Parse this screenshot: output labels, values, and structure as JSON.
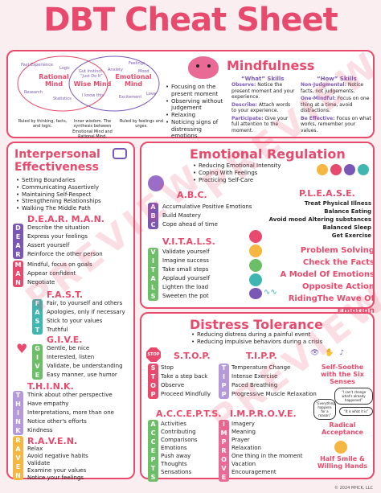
{
  "title": "DBT Cheat Sheet",
  "watermark": "PREVIEW",
  "footer": "© 2024 MHCK, LLC",
  "colors": {
    "accent": "#e74a6c",
    "purple": "#7a57b5",
    "yellow": "#f5b642",
    "teal": "#3fb7b0",
    "lilac": "#b49adb",
    "green": "#6cbf67"
  },
  "minds": {
    "rational": "Rational Mind",
    "wise": "Wise Mind",
    "emotional": "Emotional Mind",
    "rational_words": [
      "Past Experience",
      "Logic",
      "Research",
      "Statistics"
    ],
    "wise_words": [
      "Gut Instinct",
      "“Just Do It”",
      "I know this"
    ],
    "emotional_words": [
      "Feelings",
      "Anxiety",
      "Mood",
      "Excitement",
      "Love"
    ],
    "rational_caption": "Ruled by thinking, facts, and logic.",
    "wise_caption": "Inner wisdom. The synthesis between Emotional Mind and Rational Mind.",
    "emotional_caption": "Ruled by feelings and urges."
  },
  "mindfulness": {
    "title": "Mindfulness",
    "bullets": [
      "Focusing on the present moment",
      "Observing without judgement",
      "Relaxing",
      "Noticing signs of distressing emotions"
    ],
    "what_title": "“What” Skills",
    "what": [
      {
        "term": "Observe:",
        "text": "Notice the present moment and your experience."
      },
      {
        "term": "Describe:",
        "text": "Attach words to your experience."
      },
      {
        "term": "Participate:",
        "text": "Give your full attention to the moment."
      }
    ],
    "how_title": "“How” Skills",
    "how": [
      {
        "term": "Non-Judgmental:",
        "text": "Notice facts, not judgements."
      },
      {
        "term": "One-Mindful:",
        "text": "Focus on one thing at a time, avoid distractions."
      },
      {
        "term": "Be Effective:",
        "text": "Focus on what works, remember your values."
      }
    ]
  },
  "interpersonal": {
    "title": "Interpersonal Effectiveness",
    "bullets": [
      "Setting Boundaries",
      "Communicating Assertively",
      "Maintaining Self-Respect",
      "Strengthening Relationships",
      "Walking The Middle Path"
    ],
    "dearman_title": "D.E.A.R. M.A.N.",
    "dearman_letters": [
      "D",
      "E",
      "A",
      "R",
      "M",
      "A",
      "N"
    ],
    "dearman": [
      "Describe the situation",
      "Express your feelings",
      "Assert yourself",
      "Reinforce the other person",
      "Mindful, focus on goals",
      "Appear confident",
      "Negotiate"
    ],
    "fast_title": "F.A.S.T.",
    "fast_letters": [
      "F",
      "A",
      "S",
      "T"
    ],
    "fast": [
      "Fair, to yourself and others",
      "Apologies, only if necessary",
      "Stick to your values",
      "Truthful"
    ],
    "give_title": "G.I.V.E.",
    "give_letters": [
      "G",
      "I",
      "V",
      "E"
    ],
    "give": [
      "Gentle, be nice",
      "Interested, listen",
      "Validate, be understanding",
      "Easy manner, use humor"
    ],
    "think_title": "T.H.I.N.K.",
    "think_letters": [
      "T",
      "H",
      "I",
      "N",
      "K"
    ],
    "think": [
      "Think about other perspective",
      "Have empathy",
      "Interpretations, more than one",
      "Notice other's efforts",
      "Kindness"
    ],
    "raven_title": "R.A.V.E.N.",
    "raven_letters": [
      "R",
      "A",
      "V",
      "E",
      "N"
    ],
    "raven": [
      "Relax",
      "Avoid negative habits",
      "Validate",
      "Examine your values",
      "Notice your feelings"
    ]
  },
  "emotion": {
    "title": "Emotional Regulation",
    "bullets": [
      "Reducing Emotional Intensity",
      "Coping With Feelings",
      "Practicing Self-Care"
    ],
    "abc_title": "A.B.C.",
    "abc_letters": [
      "A",
      "B",
      "C"
    ],
    "abc": [
      "Accumulative Positive Emotions",
      "Build Mastery",
      "Cope ahead of time"
    ],
    "please_title": "P.L.E.A.S.E.",
    "please": [
      "Treat Physical Illness",
      "Balance Eating",
      "Avoid mood Altering substances",
      "Balanced Sleep",
      "Get Exercise"
    ],
    "vitals_title": "V.I.T.A.L.S.",
    "vitals_letters": [
      "V",
      "I",
      "T",
      "A",
      "L",
      "S"
    ],
    "vitals": [
      "Validate yourself",
      "Imagine success",
      "Take small steps",
      "Applaud yourself",
      "Lighten the load",
      "Sweeten the pot"
    ],
    "skills": [
      "Problem Solving",
      "Check the Facts",
      "A Model Of Emotions",
      "Opposite Action",
      "RidingThe Wave Of Emotion"
    ]
  },
  "distress": {
    "title": "Distress Tolerance",
    "bullets": [
      "Reducing distress during a painful event",
      "Reducing impulsive behaviors during a crisis"
    ],
    "stop_title": "S.T.O.P.",
    "stop_letters": [
      "S",
      "T",
      "O",
      "P"
    ],
    "stop": [
      "Stop",
      "Take a step back",
      "Observe",
      "Proceed Mindfully"
    ],
    "tipp_title": "T.I.P.P.",
    "tipp_letters": [
      "T",
      "I",
      "P",
      "P"
    ],
    "tipp": [
      "Temperature Change",
      "Intense Exercise",
      "Paced Breathing",
      "Progressive Muscle Relaxation"
    ],
    "accepts_title": "A.C.C.E.P.T.S.",
    "accepts_letters": [
      "A",
      "C",
      "C",
      "E",
      "P",
      "T",
      "S"
    ],
    "accepts": [
      "Activities",
      "Contributing",
      "Comparisons",
      "Emotions",
      "Push away",
      "Thoughts",
      "Sensations"
    ],
    "improve_title": "I.M.P.R.O.V.E.",
    "improve_letters": [
      "I",
      "M",
      "P",
      "R",
      "O",
      "V",
      "E"
    ],
    "improve": [
      "Imagery",
      "Meaning",
      "Prayer",
      "Relaxation",
      "One thing in the moment",
      "Vacation",
      "Encouragement"
    ],
    "self_soothe": "Self-Soothe with the Six Senses",
    "radical": "Radical Acceptance",
    "half_smile": "Half Smile & Willing Hands",
    "bubble1": "“I can't change what's already happened”",
    "bubble2": "“Everything happens for a reason”",
    "bubble3": "“It is what it is”",
    "stop_sign": "STOP"
  }
}
